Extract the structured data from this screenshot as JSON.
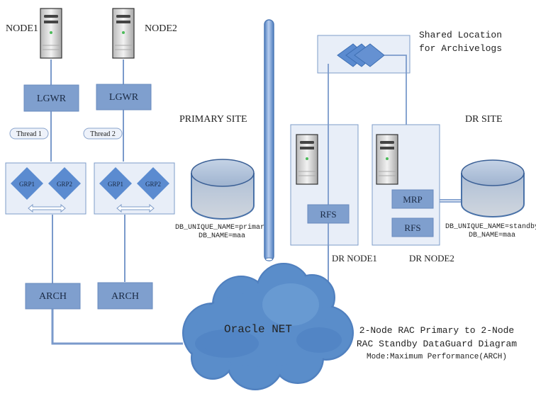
{
  "title": {
    "line1": "2-Node RAC Primary to 2-Node",
    "line2": "RAC Standby DataGuard Diagram",
    "line3": "Mode:Maximum Performance(ARCH)"
  },
  "primary": {
    "site_label": "PRIMARY SITE",
    "nodes": [
      {
        "name": "NODE1",
        "lgwr": "LGWR",
        "thread": "Thread 1",
        "groups": [
          "GRP1",
          "GRP2"
        ],
        "arch": "ARCH"
      },
      {
        "name": "NODE2",
        "lgwr": "LGWR",
        "thread": "Thread 2",
        "groups": [
          "GRP1",
          "GRP2"
        ],
        "arch": "ARCH"
      }
    ],
    "database": {
      "unique_name": "DB_UNIQUE_NAME=primary",
      "db_name": "DB_NAME=maa"
    }
  },
  "network": {
    "label": "Oracle NET"
  },
  "shared": {
    "line1": "Shared Location",
    "line2": "for Archivelogs"
  },
  "dr": {
    "site_label": "DR SITE",
    "nodes": [
      {
        "name": "DR NODE1",
        "processes": [
          "RFS"
        ]
      },
      {
        "name": "DR NODE2",
        "processes": [
          "MRP",
          "RFS"
        ]
      }
    ],
    "database": {
      "unique_name": "DB_UNIQUE_NAME=standby",
      "db_name": "DB_NAME=maa"
    }
  },
  "colors": {
    "process_fill": "#7f9fce",
    "process_stroke": "#6a8bbf",
    "container_fill": "#e8eef8",
    "container_stroke": "#7e9cc8",
    "diamond_fill": "#5b8bd0",
    "line": "#6f91c4",
    "cloud": "#5e90c8"
  }
}
